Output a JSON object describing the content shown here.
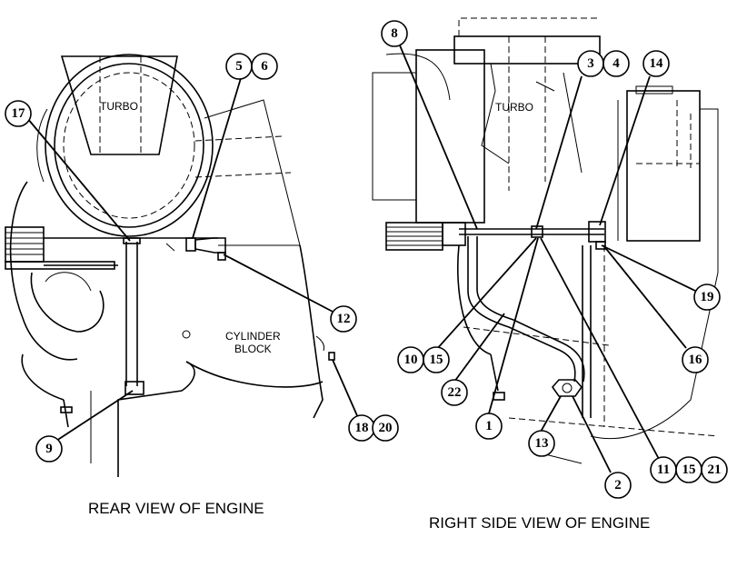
{
  "labels": {
    "turbo_rear": "TURBO",
    "turbo_side": "TURBO",
    "cylinder_block_line1": "CYLINDER",
    "cylinder_block_line2": "BLOCK"
  },
  "captions": {
    "rear": "REAR VIEW OF ENGINE",
    "side": "RIGHT SIDE VIEW OF ENGINE"
  },
  "callouts": {
    "c5": "5",
    "c6": "6",
    "c17": "17",
    "c12": "12",
    "c9": "9",
    "c18": "18",
    "c20": "20",
    "c8": "8",
    "c3": "3",
    "c4": "4",
    "c14": "14",
    "c19": "19",
    "c16": "16",
    "c10": "10",
    "c15a": "15",
    "c22": "22",
    "c1": "1",
    "c13": "13",
    "c2": "2",
    "c11": "11",
    "c15b": "15",
    "c21": "21"
  }
}
